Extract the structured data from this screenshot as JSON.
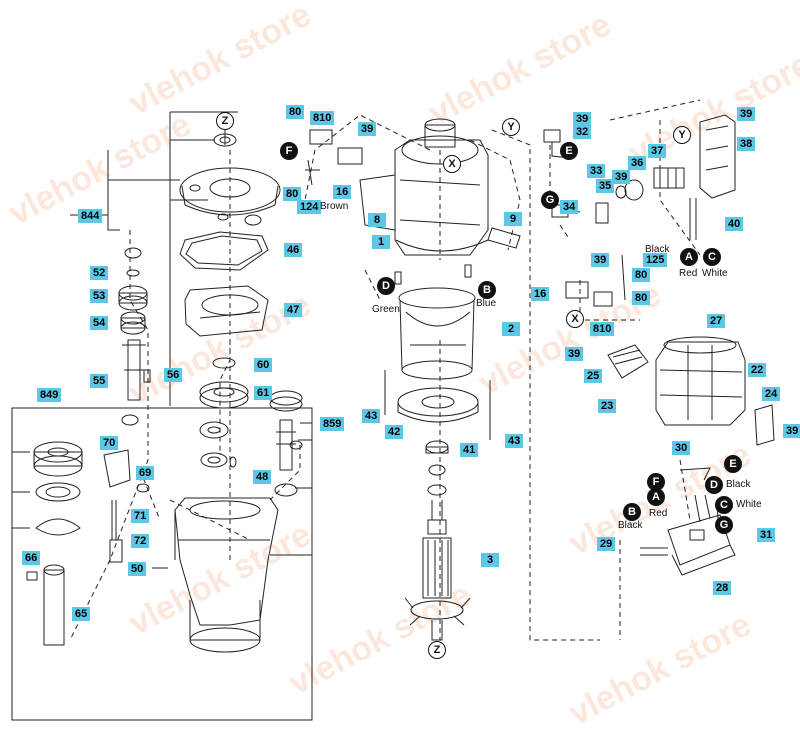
{
  "watermark": "vlehok store",
  "colors": {
    "label_bg": "#5dc7e6",
    "ink": "#111111",
    "watermark": "#ec783c"
  },
  "part_numbers": {
    "p1": "1",
    "p2": "2",
    "p3": "3",
    "p8": "8",
    "p9": "9",
    "p16a": "16",
    "p16b": "16",
    "p22": "22",
    "p23": "23",
    "p24": "24",
    "p25": "25",
    "p27": "27",
    "p28": "28",
    "p29": "29",
    "p30": "30",
    "p31": "31",
    "p32": "32",
    "p33": "33",
    "p34": "34",
    "p35": "35",
    "p36": "36",
    "p37": "37",
    "p38": "38",
    "p39a": "39",
    "p39b": "39",
    "p39c": "39",
    "p39d": "39",
    "p39e": "39",
    "p39f": "39",
    "p39g": "39",
    "p40": "40",
    "p41": "41",
    "p42": "42",
    "p43a": "43",
    "p43b": "43",
    "p46": "46",
    "p47": "47",
    "p48": "48",
    "p50": "50",
    "p52": "52",
    "p53": "53",
    "p54": "54",
    "p55": "55",
    "p56": "56",
    "p60": "60",
    "p61": "61",
    "p65": "65",
    "p66": "66",
    "p69": "69",
    "p70": "70",
    "p71": "71",
    "p72": "72",
    "p80a": "80",
    "p80b": "80",
    "p80c": "80",
    "p80d": "80",
    "p124": "124",
    "p125": "125",
    "p810a": "810",
    "p810b": "810",
    "p844": "844",
    "p849": "849",
    "p859": "859"
  },
  "connector_letters": {
    "Z1": "Z",
    "Z2": "Z",
    "Y1": "Y",
    "Y2": "Y",
    "X1": "X",
    "X2": "X",
    "A1": "A",
    "A2": "A",
    "B1": "B",
    "B2": "B",
    "C1": "C",
    "C2": "C",
    "D1": "D",
    "D2": "D",
    "E1": "E",
    "E2": "E",
    "F1": "F",
    "F2": "F",
    "G1": "G",
    "G2": "G"
  },
  "wire_labels": {
    "brown": "Brown",
    "green": "Green",
    "blue": "Blue",
    "black1": "Black",
    "red1": "Red",
    "white1": "White",
    "black2": "Black",
    "white2": "White",
    "red2": "Red",
    "black3": "Black"
  }
}
